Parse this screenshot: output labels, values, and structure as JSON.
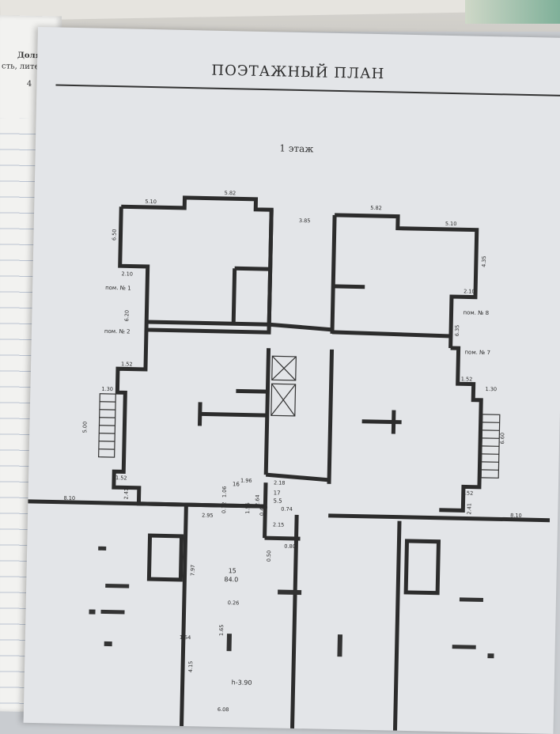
{
  "sheet": {
    "title": "ПОЭТАЖНЫЙ ПЛАН",
    "floor_label": "1 этаж"
  },
  "left_page": {
    "header_line1": "Доля",
    "header_line2": "сть, литера)",
    "column_number": "4"
  },
  "rooms": {
    "pom1": "пом. № 1",
    "pom2": "пом. № 2",
    "pom7": "пом. № 7",
    "pom8": "пом. № 8",
    "r15_num": "15",
    "r15_area": "84.0",
    "r16_num": "16",
    "r17_num": "17",
    "r17_area": "5.5",
    "height": "h-3.90"
  },
  "dimensions": {
    "d510a": "5.10",
    "d582a": "5.82",
    "d582b": "5.82",
    "d510b": "5.10",
    "d385": "3.85",
    "d210a": "2.10",
    "d210b": "2.10",
    "d152a": "1.52",
    "d152b": "1.52",
    "d152c": "1.52",
    "d152d": "1.52",
    "d130a": "1.30",
    "d130b": "1.30",
    "d500": "5.00",
    "d660": "6.60",
    "d241a": "2.41",
    "d241b": "2.41",
    "d810a": "8.10",
    "d810b": "8.10",
    "d295": "2.95",
    "d218": "2.18",
    "d215": "2.15",
    "d074": "0.74",
    "d080": "0.80",
    "d050": "0.50",
    "d797": "7.97",
    "d026": "0.26",
    "d165": "1.65",
    "d154": "1.54",
    "d415": "4.15",
    "d608": "6.08",
    "d196": "1.96",
    "d106": "1.06",
    "d264": "2.64",
    "d155": "1.55",
    "d072": "0.72",
    "d040": "0.40",
    "d435": "4.35",
    "d650": "6.50",
    "d620": "6.20",
    "d635": "6.35"
  }
}
